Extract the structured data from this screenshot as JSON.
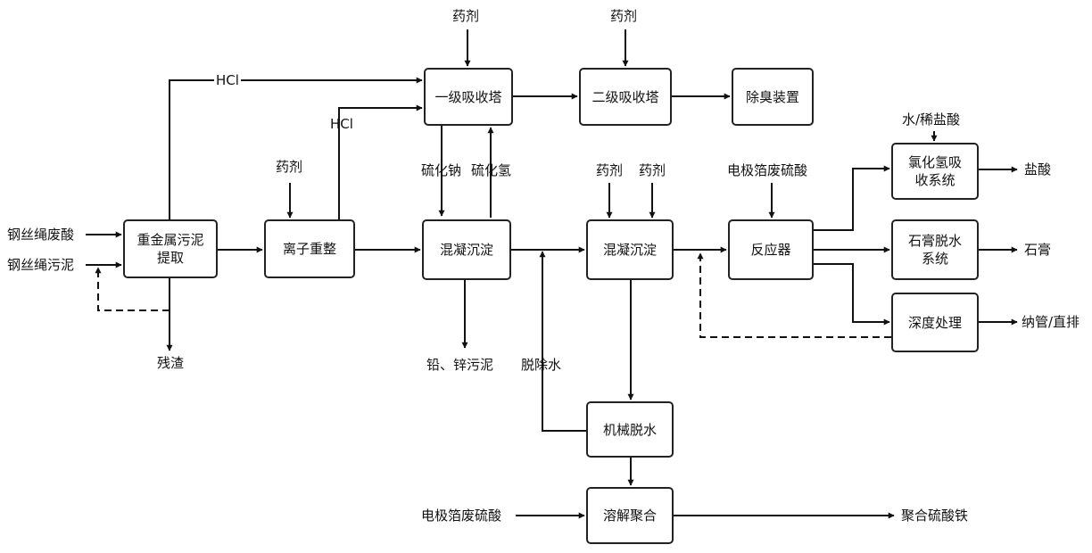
{
  "nodes": {
    "heavy_metal_extract": {
      "line1": "重金属污泥",
      "line2": "提取"
    },
    "ion_adjust": "离子重整",
    "absorber_1": "一级吸收塔",
    "absorber_2": "二级吸收塔",
    "deodorizer": "除臭装置",
    "coag_1": "混凝沉淀",
    "coag_2": "混凝沉淀",
    "reactor": "反应器",
    "hcl_absorb": {
      "line1": "氯化氢吸",
      "line2": "收系统"
    },
    "gypsum_dewater": {
      "line1": "石膏脱水",
      "line2": "系统"
    },
    "deep_treat": "深度处理",
    "mech_dewater": "机械脱水",
    "dissolve_poly": "溶解聚合"
  },
  "labels": {
    "waste_acid": "钢丝绳废酸",
    "sludge_in": "钢丝绳污泥",
    "residue": "残渣",
    "hcl_top": "HCl",
    "hcl_mid": "HCl",
    "reagent_ion": "药剂",
    "reagent_abs1": "药剂",
    "reagent_abs2": "药剂",
    "sodium_sulfide": "硫化钠",
    "hydrogen_sulfide": "硫化氢",
    "pb_zn_sludge": "铅、锌污泥",
    "reagent_c2a": "药剂",
    "reagent_c2b": "药剂",
    "removed_water": "脱除水",
    "foil_acid_reactor": "电极箔废硫酸",
    "water_dilute_hcl": "水/稀盐酸",
    "hydrochloric_acid": "盐酸",
    "gypsum": "石膏",
    "discharge": "纳管/直排",
    "foil_acid_dissolve": "电极箔废硫酸",
    "polyferric_sulfate": "聚合硫酸铁"
  }
}
